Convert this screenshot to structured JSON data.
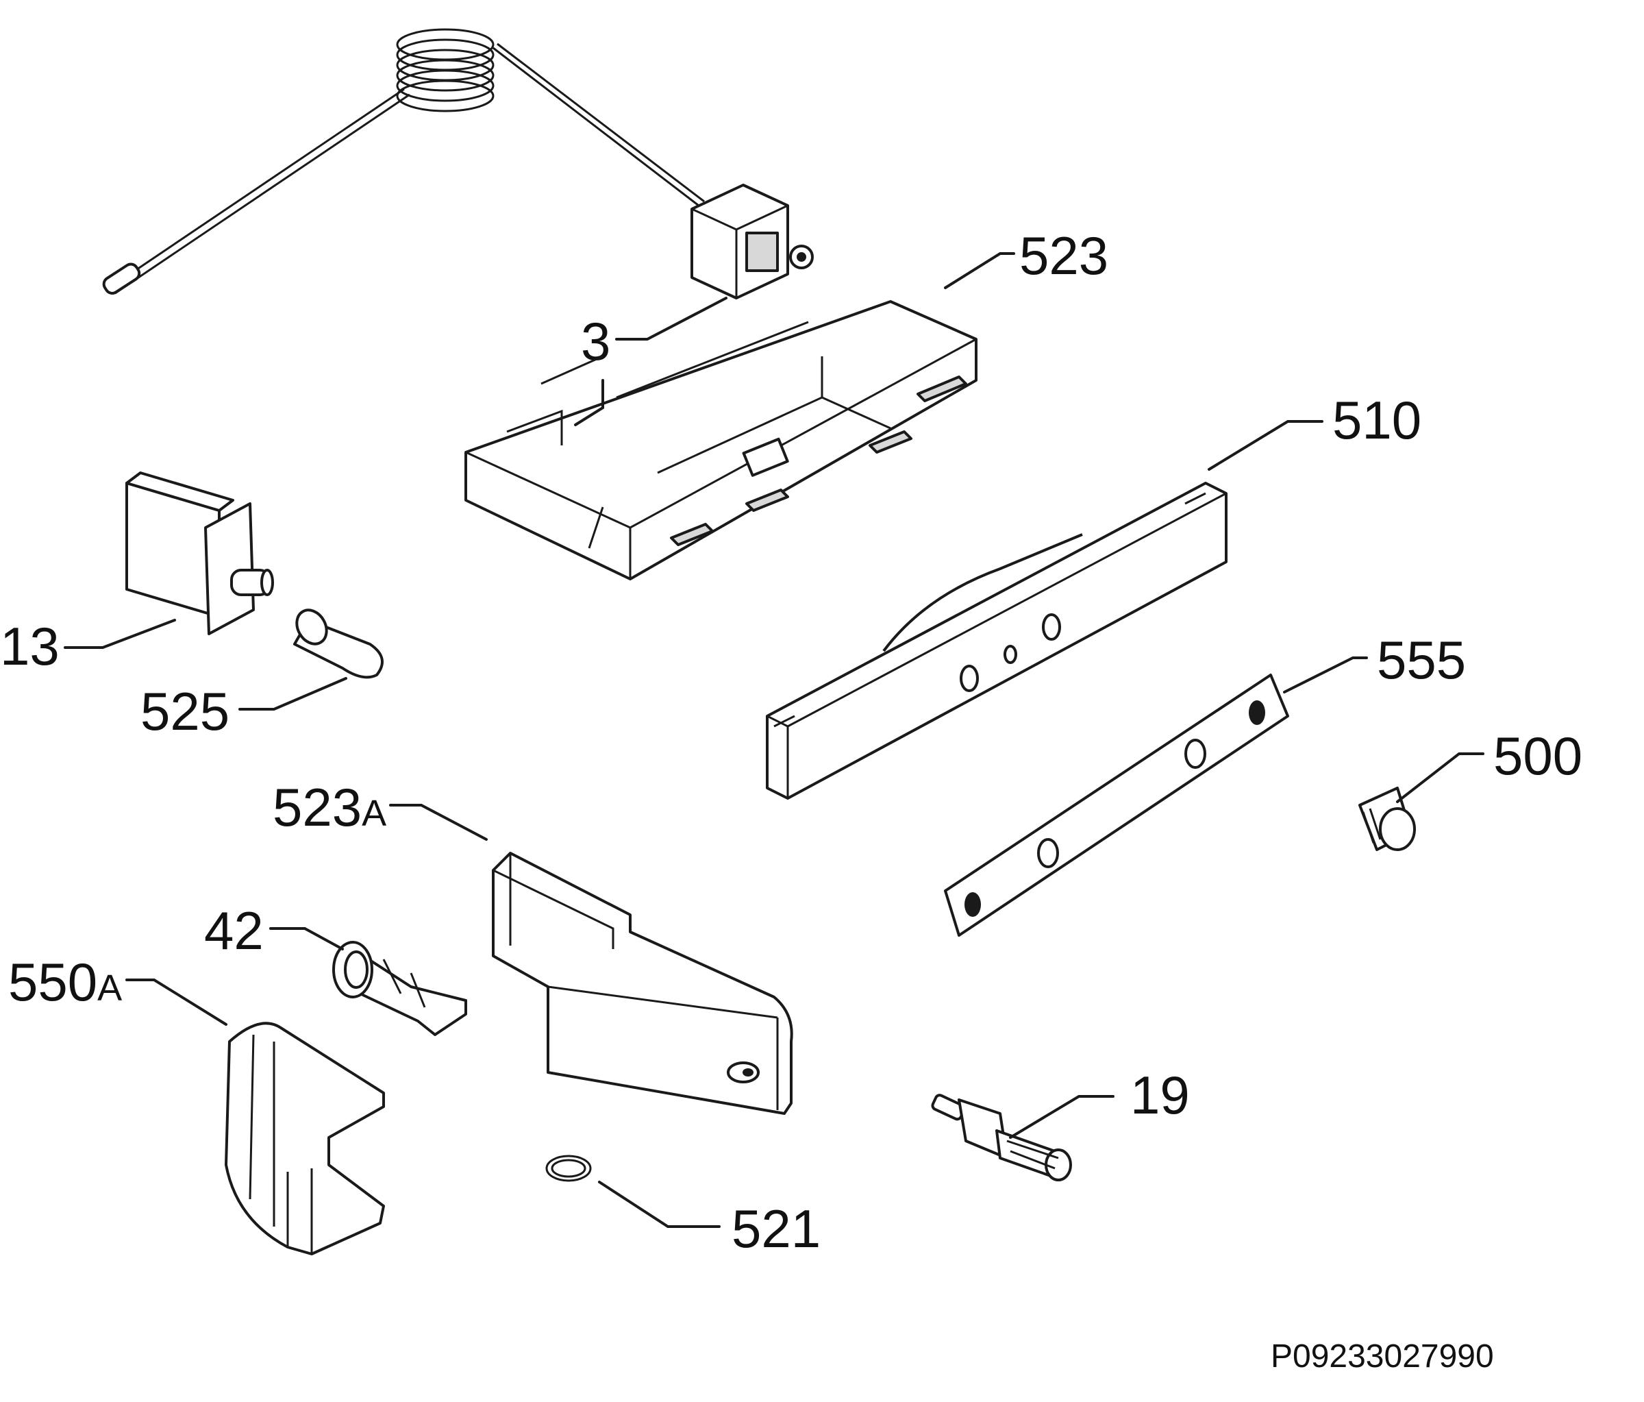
{
  "parts": {
    "p3": {
      "number": "3"
    },
    "p13": {
      "number": "13"
    },
    "p19": {
      "number": "19"
    },
    "p42": {
      "number": "42"
    },
    "p500": {
      "number": "500"
    },
    "p510": {
      "number": "510"
    },
    "p521": {
      "number": "521"
    },
    "p523": {
      "number": "523"
    },
    "p523a": {
      "number": "523",
      "suffix": "A"
    },
    "p525": {
      "number": "525"
    },
    "p550a": {
      "number": "550",
      "suffix": "A"
    },
    "p555": {
      "number": "555"
    }
  },
  "drawing_code": "P09233027990"
}
